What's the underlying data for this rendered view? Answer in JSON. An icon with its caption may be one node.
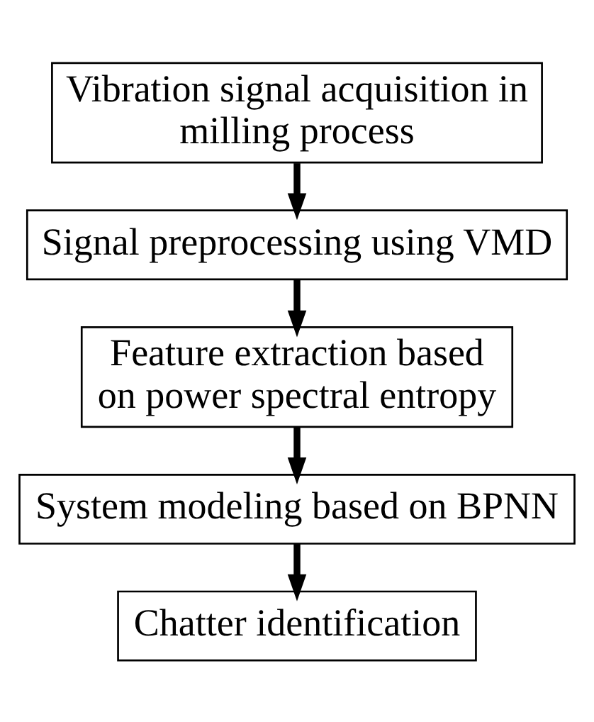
{
  "diagram": {
    "nodes": [
      {
        "text": [
          "Vibration signal acquisition in milling process"
        ]
      },
      {
        "text": [
          "Signal preprocessing using VMD"
        ]
      },
      {
        "text": [
          "Feature extraction based on power spectral entropy"
        ]
      },
      {
        "text": [
          "System modeling based on BPNN"
        ]
      },
      {
        "text": [
          "Chatter identification"
        ]
      }
    ],
    "edges": [
      {
        "from": 0,
        "to": 1,
        "arrow": "to"
      },
      {
        "from": 1,
        "to": 2,
        "arrow": "to"
      },
      {
        "from": 2,
        "to": 3,
        "arrow": "to"
      },
      {
        "from": 3,
        "to": 4,
        "arrow": "to"
      }
    ]
  }
}
